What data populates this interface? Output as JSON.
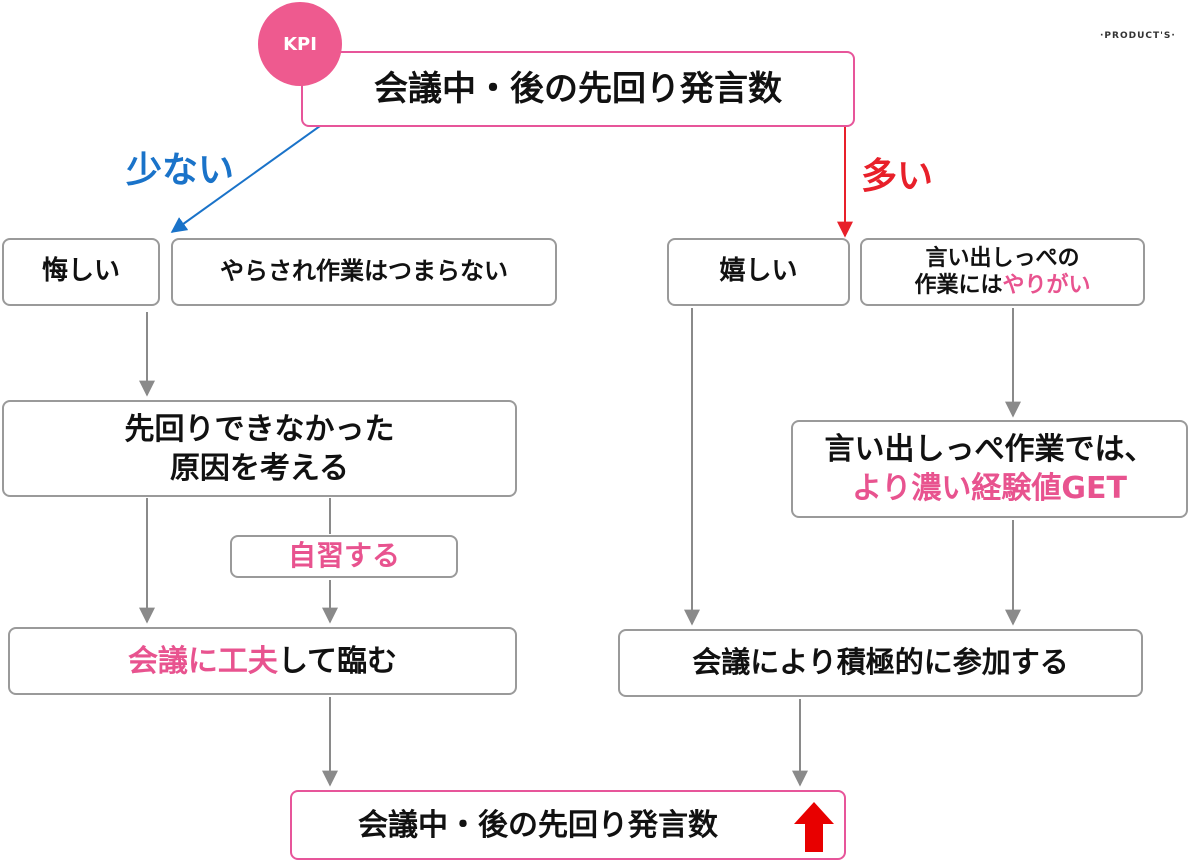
{
  "brand": "·PRODUCT'S·",
  "kpi_badge": "KPI",
  "top": {
    "title": "会議中・後の先回り発言数"
  },
  "branch_low": {
    "label": "少ない",
    "color": "#1a73c9"
  },
  "branch_high": {
    "label": "多い",
    "color": "#e8202a"
  },
  "left": {
    "frustrated": "悔しい",
    "boring": "やらされ作業はつまらない",
    "think_line1": "先回りできなかった",
    "think_line2": "原因を考える",
    "self_study": "自習する",
    "devise_pink": "会議に工夫",
    "devise_rest": "して臨む"
  },
  "right": {
    "happy": "嬉しい",
    "rewarding_line1": "言い出しっぺの",
    "rewarding_line2a": "作業には",
    "rewarding_line2b": "やりがい",
    "experience_line1": "言い出しっぺ作業では、",
    "experience_line2": "より濃い経験値GET",
    "participate": "会議により積極的に参加する"
  },
  "bottom": {
    "title": "会議中・後の先回り発言数",
    "arrow_icon": "up-arrow-icon"
  },
  "colors": {
    "pink": "#e8538f",
    "border_pink": "#e7559a",
    "gray": "#9a9a9a",
    "badge": "#ee5a8f",
    "arrow": "#e80000"
  }
}
